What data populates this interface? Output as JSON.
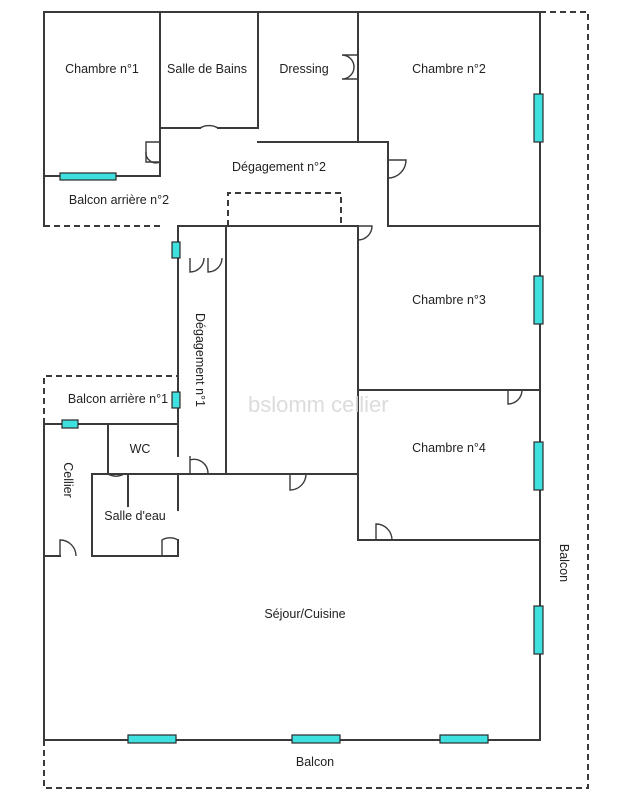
{
  "rooms": {
    "chambre1": "Chambre n°1",
    "salle_de_bains": "Salle de Bains",
    "dressing": "Dressing",
    "chambre2": "Chambre n°2",
    "degagement2": "Dégagement n°2",
    "balcon_arriere2": "Balcon arrière  n°2",
    "chambre3": "Chambre n°3",
    "degagement1": "Dégagement n°1",
    "balcon_arriere1": "Balcon arrière  n°1",
    "wc": "WC",
    "cellier": "Cellier",
    "salle_deau": "Salle d'eau",
    "chambre4": "Chambre n°4",
    "sejour": "Séjour/Cuisine",
    "balcon_east": "Balcon",
    "balcon_south": "Balcon"
  },
  "watermark": "bslomm cellier",
  "colors": {
    "wall": "#3a3a3a",
    "window": "#3fe0e0",
    "background": "#ffffff"
  }
}
